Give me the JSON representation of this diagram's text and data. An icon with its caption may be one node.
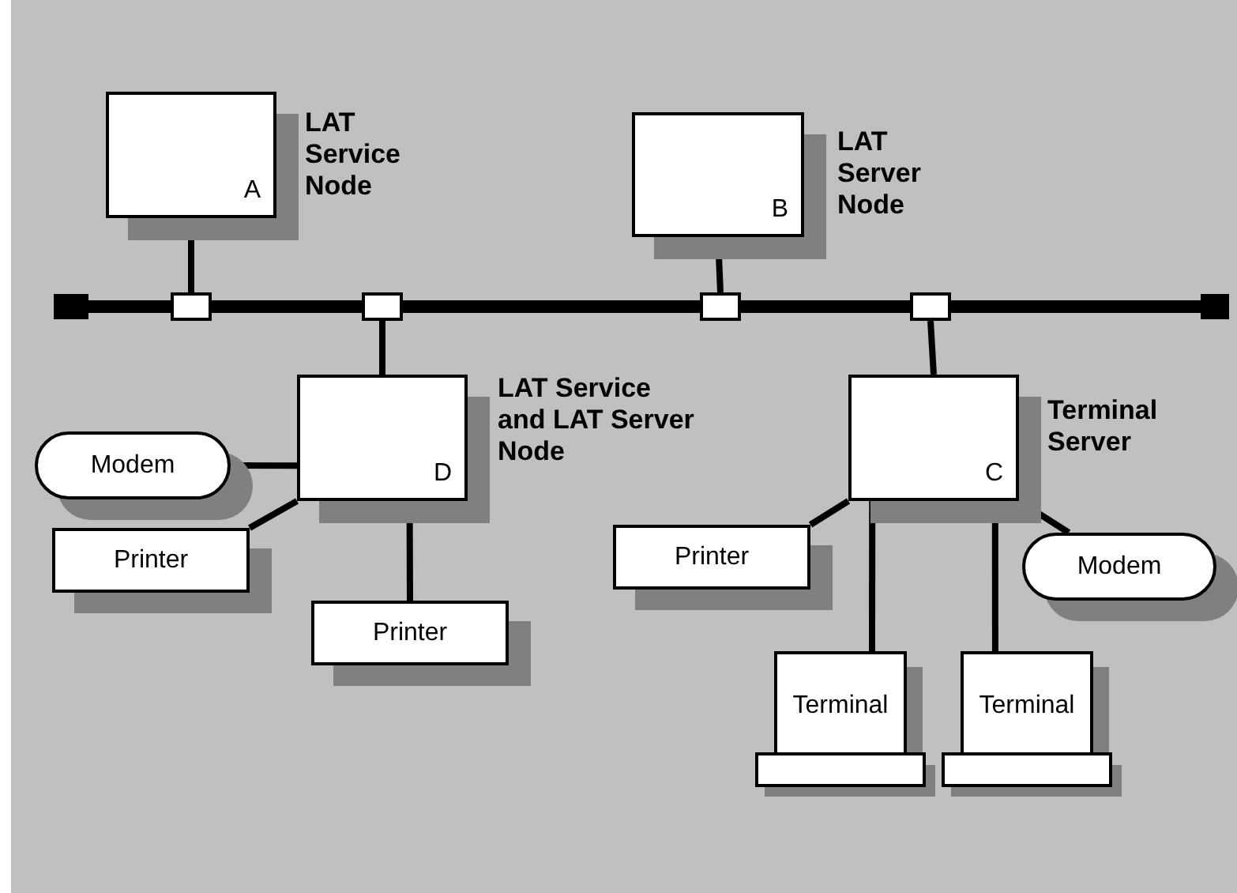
{
  "diagram": {
    "nodes": [
      {
        "text": [],
        "shape": "bar"
      },
      {
        "text": [
          "A"
        ],
        "beside": [
          "LAT Service Node"
        ]
      },
      {
        "text": [
          "B"
        ],
        "beside": [
          "LAT Server Node"
        ]
      },
      {
        "text": [
          "D"
        ],
        "beside": [
          "LAT Service and LAT Server Node"
        ]
      },
      {
        "text": [
          "C"
        ],
        "beside": [
          "Terminal Server"
        ]
      },
      {
        "text": [],
        "shape": "box"
      },
      {
        "text": [],
        "shape": "box"
      },
      {
        "text": [],
        "shape": "box"
      },
      {
        "text": [],
        "shape": "box"
      },
      {
        "text": [
          "Modem"
        ]
      },
      {
        "text": [
          "Printer"
        ]
      },
      {
        "text": [
          "Printer"
        ]
      },
      {
        "text": [
          "Printer"
        ]
      },
      {
        "text": [
          "Modem"
        ]
      },
      {
        "text": [
          "Terminal"
        ]
      },
      {
        "text": [
          "Terminal"
        ]
      }
    ],
    "edges": [
      {
        "from": 1,
        "to": 5,
        "arrow": "none"
      },
      {
        "from": 6,
        "to": 3,
        "arrow": "none"
      },
      {
        "from": 2,
        "to": 7,
        "arrow": "none"
      },
      {
        "from": 8,
        "to": 4,
        "arrow": "none"
      },
      {
        "from": 3,
        "to": 9,
        "arrow": "none"
      },
      {
        "from": 3,
        "to": 10,
        "arrow": "none"
      },
      {
        "from": 3,
        "to": 11,
        "arrow": "none"
      },
      {
        "from": 4,
        "to": 12,
        "arrow": "none"
      },
      {
        "from": 4,
        "to": 13,
        "arrow": "none"
      },
      {
        "from": 4,
        "to": 14,
        "arrow": "none"
      },
      {
        "from": 4,
        "to": 15,
        "arrow": "none"
      }
    ]
  }
}
